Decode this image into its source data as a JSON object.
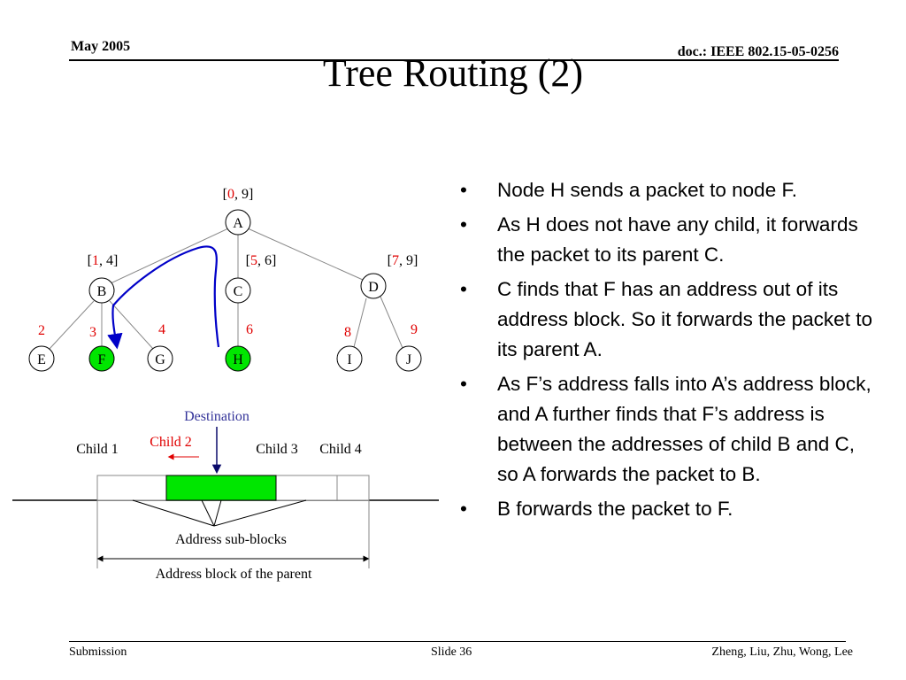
{
  "header": {
    "date": "May 2005",
    "doc_id": "doc.: IEEE 802.15-05-0256"
  },
  "slide": {
    "title": "Tree Routing (2)"
  },
  "tree": {
    "node_labels": {
      "A": "A",
      "B": "B",
      "C": "C",
      "D": "D",
      "E": "E",
      "F": "F",
      "G": "G",
      "H": "H",
      "I": "I",
      "J": "J"
    },
    "ranges": {
      "A": {
        "open": "[",
        "start": "0",
        "sep": ", ",
        "end": "9]"
      },
      "B": {
        "open": "[",
        "start": "1",
        "sep": ", ",
        "end": "4]"
      },
      "C": {
        "open": "[",
        "start": "5",
        "sep": ", ",
        "end": "6]"
      },
      "D": {
        "open": "[",
        "start": "7",
        "sep": ", ",
        "end": "9]"
      }
    },
    "leaf_addresses": {
      "E": "2",
      "F": "3",
      "G": "4",
      "H": "6",
      "I": "8",
      "J": "9"
    },
    "highlighted_nodes": [
      "F",
      "H"
    ]
  },
  "address_diagram": {
    "destination_label": "Destination",
    "child1_label": "Child 1",
    "child2_label": "Child 2",
    "child3_label": "Child 3",
    "child4_label": "Child 4",
    "sub_blocks_label": "Address sub-blocks",
    "parent_block_label": "Address block of the parent"
  },
  "colors": {
    "highlight_fill": "#00e600",
    "address_red": "#e00000",
    "route_blue": "#0000c8",
    "destination_text": "#333399"
  },
  "bullets": [
    "Node H sends a packet to node F.",
    "As H does not have any child, it forwards the packet to its parent C.",
    "C finds that F has an address out of its address block. So it forwards the packet to its parent A.",
    "As F’s address falls into A’s address block, and A further finds that F’s address is between the addresses of child B and C, so A forwards the packet to B.",
    "B forwards the packet to F."
  ],
  "footer": {
    "left": "Submission",
    "center": "Slide 36",
    "right": "Zheng, Liu, Zhu, Wong, Lee"
  }
}
